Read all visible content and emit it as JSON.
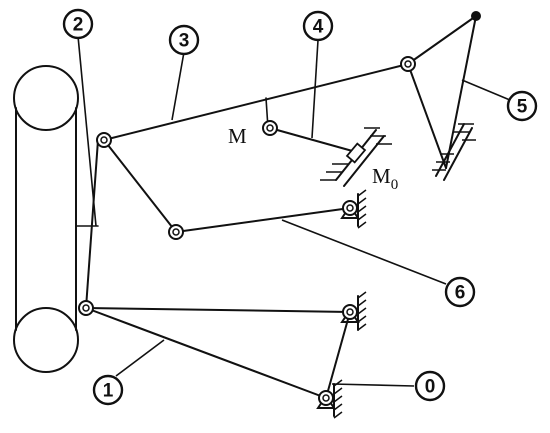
{
  "link_labels": {
    "l0": "0",
    "l1": "1",
    "l2": "2",
    "l3": "3",
    "l4": "4",
    "l5": "5",
    "l6": "6"
  },
  "points": {
    "m": "M",
    "m0_main": "M",
    "m0_sub": "0"
  },
  "colors": {
    "ink": "#111111",
    "background": "#ffffff"
  }
}
